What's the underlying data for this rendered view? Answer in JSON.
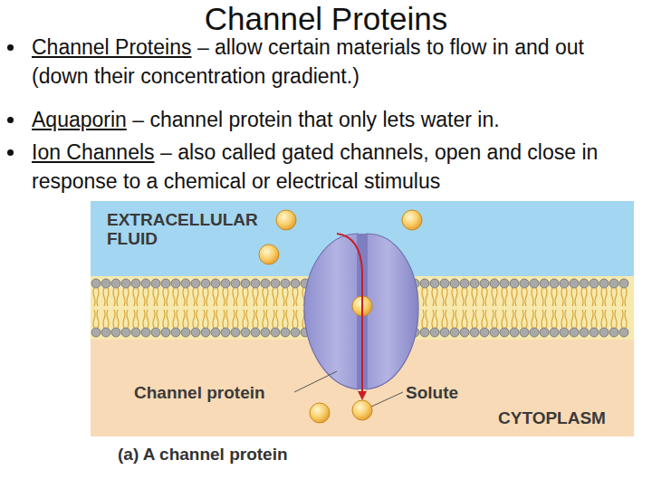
{
  "diagram": {
    "title": "Channel Proteins",
    "caption": "(a) A channel protein",
    "nodes": [
      {
        "text": [
          "EXTRACELLULAR FLUID"
        ]
      },
      {
        "text": [
          "CYTOPLASM"
        ]
      }
    ],
    "labels": [
      "Channel Proteins",
      "– allow certain materials to flow in and out (down their concentration gradient.)",
      "Aquaporin",
      "– channel protein that only lets water in.",
      "Ion Channels",
      "– also called gated channels, open and close in response to a chemical or electrical stimulus",
      "Channel protein",
      "Solute"
    ]
  }
}
